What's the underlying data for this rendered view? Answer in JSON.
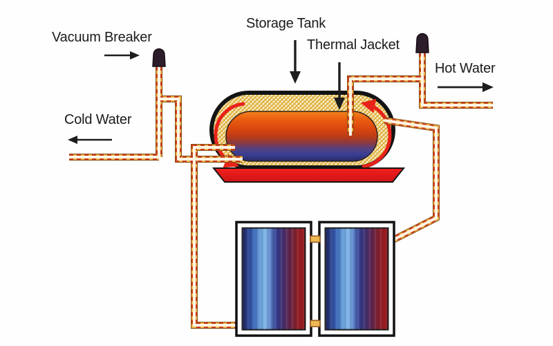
{
  "labels": {
    "vacuum_breaker": "Vacuum Breaker",
    "cold_water": "Cold Water",
    "storage_tank": "Storage Tank",
    "thermal_jacket": "Thermal Jacket",
    "hot_water": "Hot Water"
  },
  "components": [
    "vacuum-breaker-cap-left",
    "vacuum-breaker-cap-right",
    "storage-tank",
    "thermal-jacket",
    "drip-tray",
    "solar-collector-left",
    "solar-collector-right",
    "cold-water-pipe",
    "hot-water-pipe",
    "collector-supply-pipe",
    "collector-return-pipe",
    "circulation-flow-arrows"
  ],
  "colors": {
    "pipe_gold": "#eeb649",
    "pipe_red_dash": "#cc3f1d",
    "pipe_rim": "#8a4a14",
    "pipe_core": "#fbf4e4",
    "tank_outline": "#141414",
    "jacket_cream": "#f7ecca",
    "jacket_hatch": "#d8a21c",
    "flow_arrow_red": "#e8231a",
    "tank_hot_top": "#f2821c",
    "tank_cold_bottom": "#272b66",
    "tray_red": "#ee1c1c",
    "collector_light_blue": "#7fb0e2",
    "collector_dark_red": "#9e1a1c",
    "valve_cap_dark": "#2d1c2a",
    "label_text": "#1b1b1b",
    "pointer_arrow_black": "#1d1d1d"
  }
}
